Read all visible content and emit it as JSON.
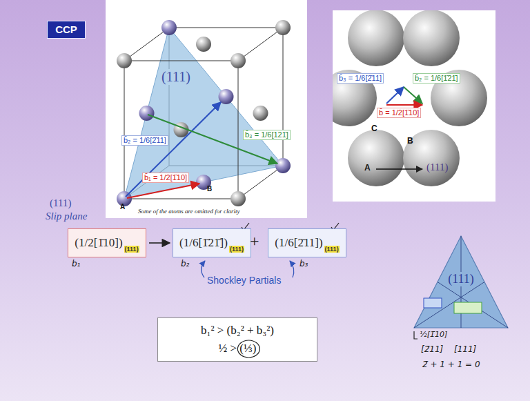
{
  "diagram": {
    "nodes": [
      {
        "text": [
          "CCP"
        ]
      },
      {
        "text": [
          "(1/2[1̄10])",
          "(111)"
        ]
      },
      {
        "text": [
          "(1/6[1̄21̄])",
          "(111)"
        ]
      },
      {
        "text": [
          "(1/6[2̄11])",
          "(111)"
        ]
      },
      {
        "text": [
          "b₁² > (b₂² + b₃²)",
          "½ > (⅓)"
        ]
      },
      {
        "text": [
          "(111)"
        ]
      }
    ],
    "edges": [
      {
        "from": 1,
        "to": 2,
        "arrow": "to"
      }
    ],
    "labels": [
      "(111)",
      "b̄₃ = 1/6[121̄]",
      "b̄₂ = 1/6[2̄11]",
      "b̄₁ = 1/2[1̄10]",
      "B",
      "A",
      "Some of the atoms are omitted for clarity",
      "(111)",
      "Slip plane",
      "b̄₃ = 1/6[2̄11]",
      "b̄₂ = 1/6[1̄21̄]",
      "b̄ = 1/2[1̄10]",
      "C",
      "B",
      "A",
      "(111)",
      "+",
      "b₁",
      "b₂",
      "b₃",
      "Shockley Partials",
      "½[1̄10]",
      "[2̄11]",
      "[111]",
      "2̄ + 1 + 1 = 0"
    ]
  }
}
